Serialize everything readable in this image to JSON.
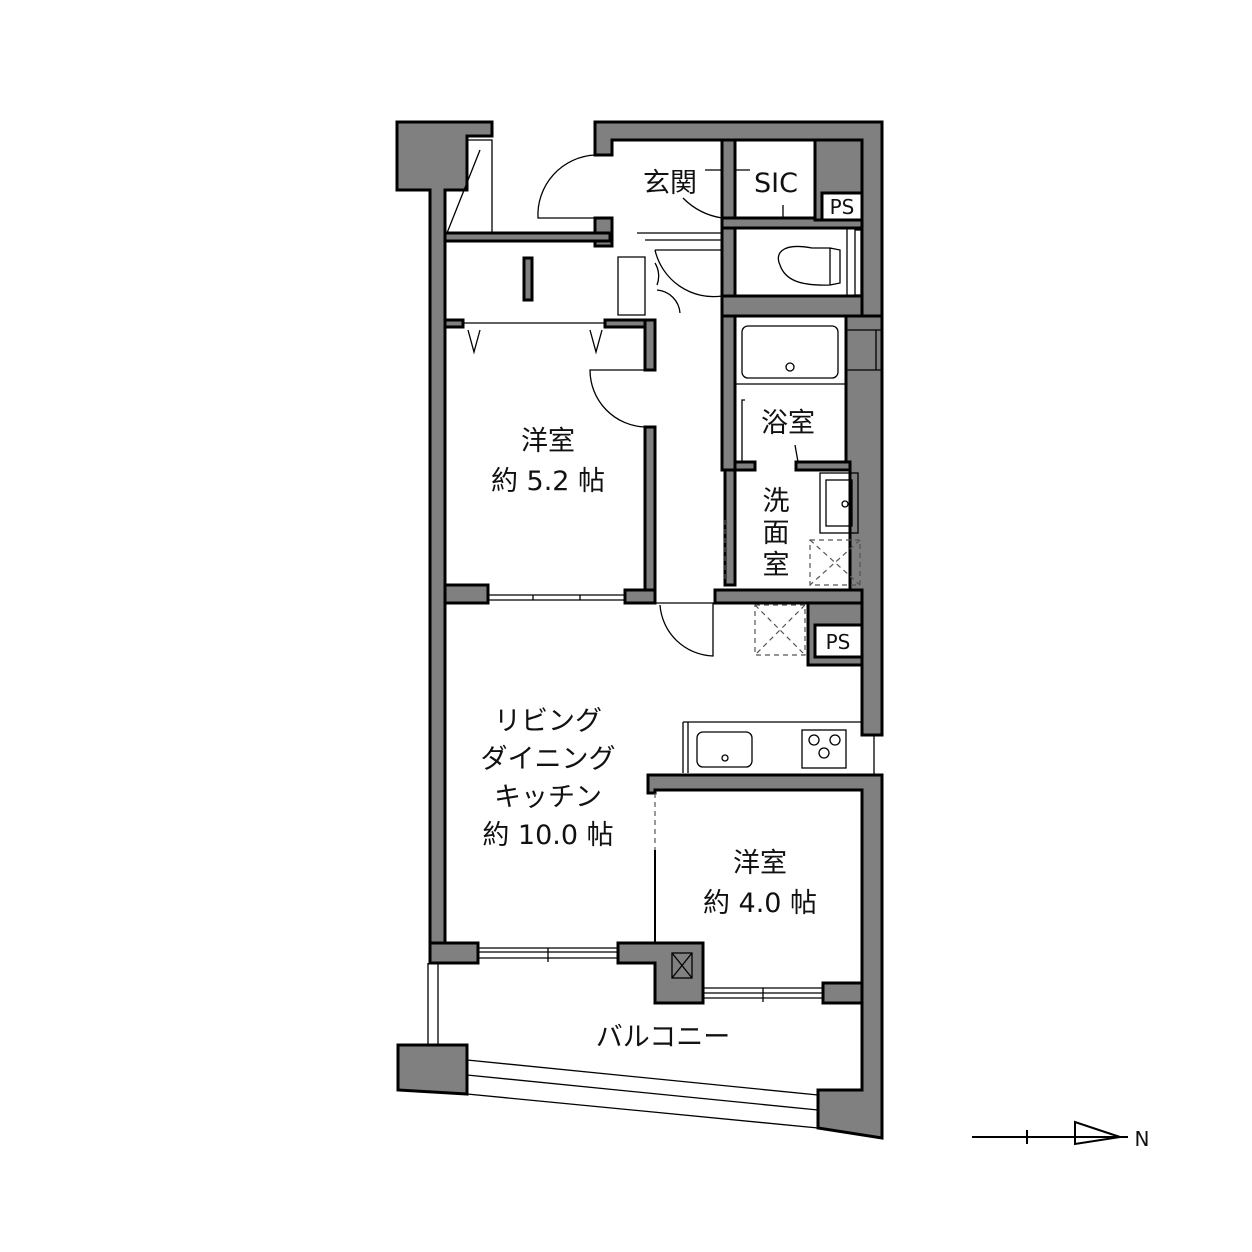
{
  "rooms": {
    "entrance": "玄関",
    "sic": "SIC",
    "ps_top": "PS",
    "ps_mid": "PS",
    "western_room_1": {
      "name": "洋室",
      "size": "約 5.2 帖"
    },
    "bathroom": "浴室",
    "washroom": [
      "洗",
      "面",
      "室"
    ],
    "ldk": {
      "line1": "リビング",
      "line2": "ダイニング",
      "line3": "キッチン",
      "size": "約 10.0 帖"
    },
    "western_room_2": {
      "name": "洋室",
      "size": "約 4.0 帖"
    },
    "balcony": "バルコニー"
  },
  "compass": {
    "label": "N"
  },
  "colors": {
    "wall": "#808080",
    "line": "#000000"
  }
}
